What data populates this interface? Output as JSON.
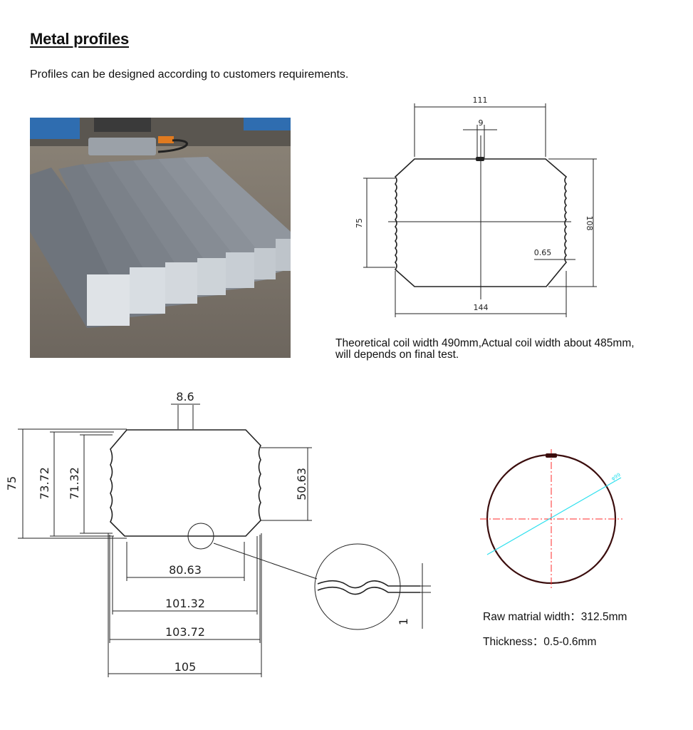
{
  "header": {
    "title": "Metal profiles",
    "subtitle": "Profiles can be designed according to customers requirements."
  },
  "drawing1": {
    "dims": {
      "top_width": "111",
      "seam_width": "9",
      "side_height": "75",
      "total_height": "108",
      "thickness": "0.65",
      "bottom_width": "144"
    },
    "note_line1": "Theoretical coil width 490mm,Actual coil width about 485mm,",
    "note_line2": "will depends on final test."
  },
  "drawing2": {
    "dims": {
      "seam_width": "8.6",
      "height_outer": "75",
      "height_mid": "73.72",
      "height_inner": "71.32",
      "side_height": "50.63",
      "bottom_inner": "80.63",
      "width_1": "101.32",
      "width_2": "103.72",
      "width_3": "105",
      "thickness": "1"
    }
  },
  "coil": {
    "diameter_label": "φ99",
    "raw_width_text": "Raw matrial width：312.5mm",
    "thickness_text": "Thickness：0.5-0.6mm"
  },
  "colors": {
    "line": "#222222",
    "coil_stroke": "#3b0d0d",
    "center_line": "#ff2b2b",
    "diameter_line": "#2ee0ee"
  }
}
